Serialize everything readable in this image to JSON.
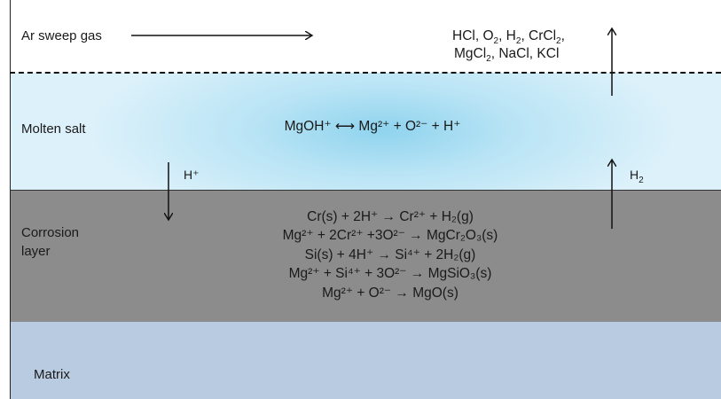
{
  "labels": {
    "gas": "Ar sweep gas",
    "salt": "Molten salt",
    "corrosion_line1": "Corrosion",
    "corrosion_line2": "layer",
    "matrix": "Matrix",
    "h_plus": "H⁺",
    "h2_main": "H",
    "h2_sub": "2"
  },
  "gas_products": {
    "line1": [
      "HCl, O",
      "2",
      ", H",
      "2",
      ", CrCl",
      "2",
      ","
    ],
    "line2": [
      "MgCl",
      "2",
      ", NaCl, KCl"
    ]
  },
  "salt_equation": "MgOH⁺ ⟷ Mg²⁺ + O²⁻ + H⁺",
  "corrosion_equations": [
    "Cr(s) + 2H⁺ → Cr²⁺ + H₂(g)",
    "Mg²⁺ + 2Cr²⁺ +3O²⁻ → MgCr₂O₃(s)",
    "Si(s) + 4H⁺ → Si⁴⁺ + 2H₂(g)",
    "Mg²⁺ + Si⁴⁺ + 3O²⁻ → MgSiO₃(s)",
    "Mg²⁺ + O²⁻ → MgO(s)"
  ],
  "colors": {
    "gas": "#ffffff",
    "salt_center": "#8fd3ee",
    "salt_edge": "#dcf1fa",
    "corrosion": "#8c8c8c",
    "matrix": "#b9cbe1",
    "ink": "#1a1a1a"
  }
}
